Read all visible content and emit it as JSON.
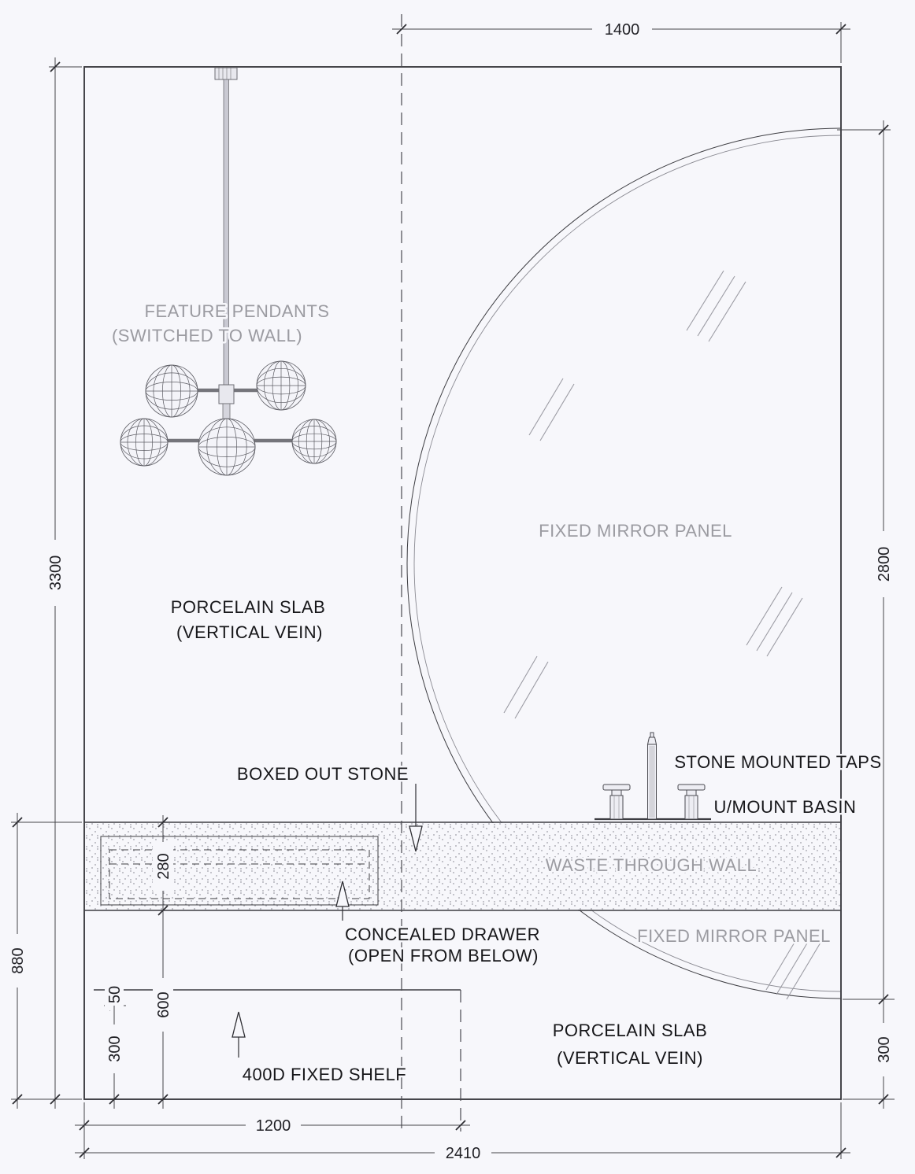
{
  "colors": {
    "background": "#f7f7fb",
    "line": "#3d3d42",
    "gray_label": "#9b9ba1",
    "black_label": "#17171a"
  },
  "labels": {
    "feature_pendants_line1": "FEATURE PENDANTS",
    "feature_pendants_line2": "(SWITCHED TO WALL)",
    "fixed_mirror_upper": "FIXED MIRROR PANEL",
    "porcelain_left_line1": "PORCELAIN SLAB",
    "porcelain_left_line2": "(VERTICAL VEIN)",
    "boxed_out_stone": "BOXED OUT STONE",
    "stone_mounted_taps": "STONE MOUNTED TAPS",
    "umount_basin": "U/MOUNT BASIN",
    "waste_through_wall": "WASTE THROUGH WALL",
    "fixed_mirror_lower": "FIXED MIRROR PANEL",
    "concealed_drawer_line1": "CONCEALED DRAWER",
    "concealed_drawer_line2": "(OPEN FROM BELOW)",
    "porcelain_right_line1": "PORCELAIN SLAB",
    "porcelain_right_line2": "(VERTICAL VEIN)",
    "fixed_shelf": "400D FIXED SHELF"
  },
  "dimensions": {
    "top_width": "1400",
    "overall_height": "3300",
    "mirror_height": "2800",
    "vanity_zone_height": "880",
    "stone_fascia_height": "280",
    "shelf_thickness": "50",
    "under_stone_height": "600",
    "shelf_off_floor": "300",
    "mirror_off_floor": "300",
    "shelf_width": "1200",
    "overall_width": "2410"
  }
}
